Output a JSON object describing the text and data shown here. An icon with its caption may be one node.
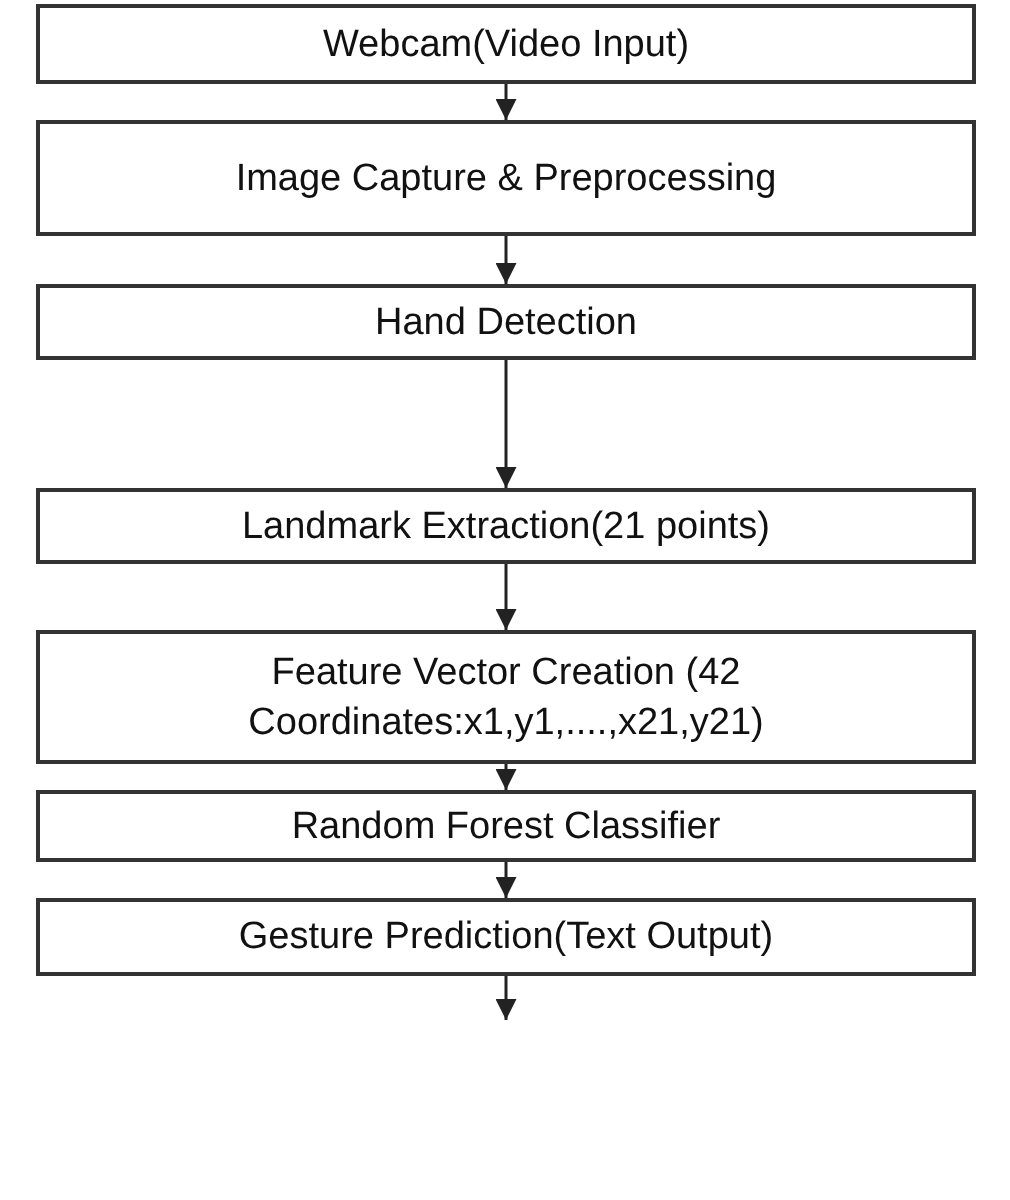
{
  "diagram": {
    "nodes": [
      {
        "text": [
          "Webcam(Video Input)"
        ]
      },
      {
        "text": [
          "Image Capture & Preprocessing"
        ]
      },
      {
        "text": [
          "Hand Detection"
        ]
      },
      {
        "text": [
          "Landmark Extraction(21 points)"
        ]
      },
      {
        "text": [
          "Feature Vector Creation (42 Coordinates:x1,y1,....,x21,y21)"
        ]
      },
      {
        "text": [
          "Random Forest Classifier"
        ]
      },
      {
        "text": [
          "Gesture Prediction(Text Output)"
        ]
      }
    ],
    "edges": [
      {
        "from": 0,
        "to": 1,
        "arrow": "to"
      },
      {
        "from": 1,
        "to": 2,
        "arrow": "to"
      },
      {
        "from": 2,
        "to": 3,
        "arrow": "to"
      },
      {
        "from": 3,
        "to": 4,
        "arrow": "to"
      },
      {
        "from": 4,
        "to": 5,
        "arrow": "to"
      },
      {
        "from": 5,
        "to": 6,
        "arrow": "to"
      },
      {
        "from": 6,
        "to": null,
        "arrow": "to"
      }
    ]
  }
}
